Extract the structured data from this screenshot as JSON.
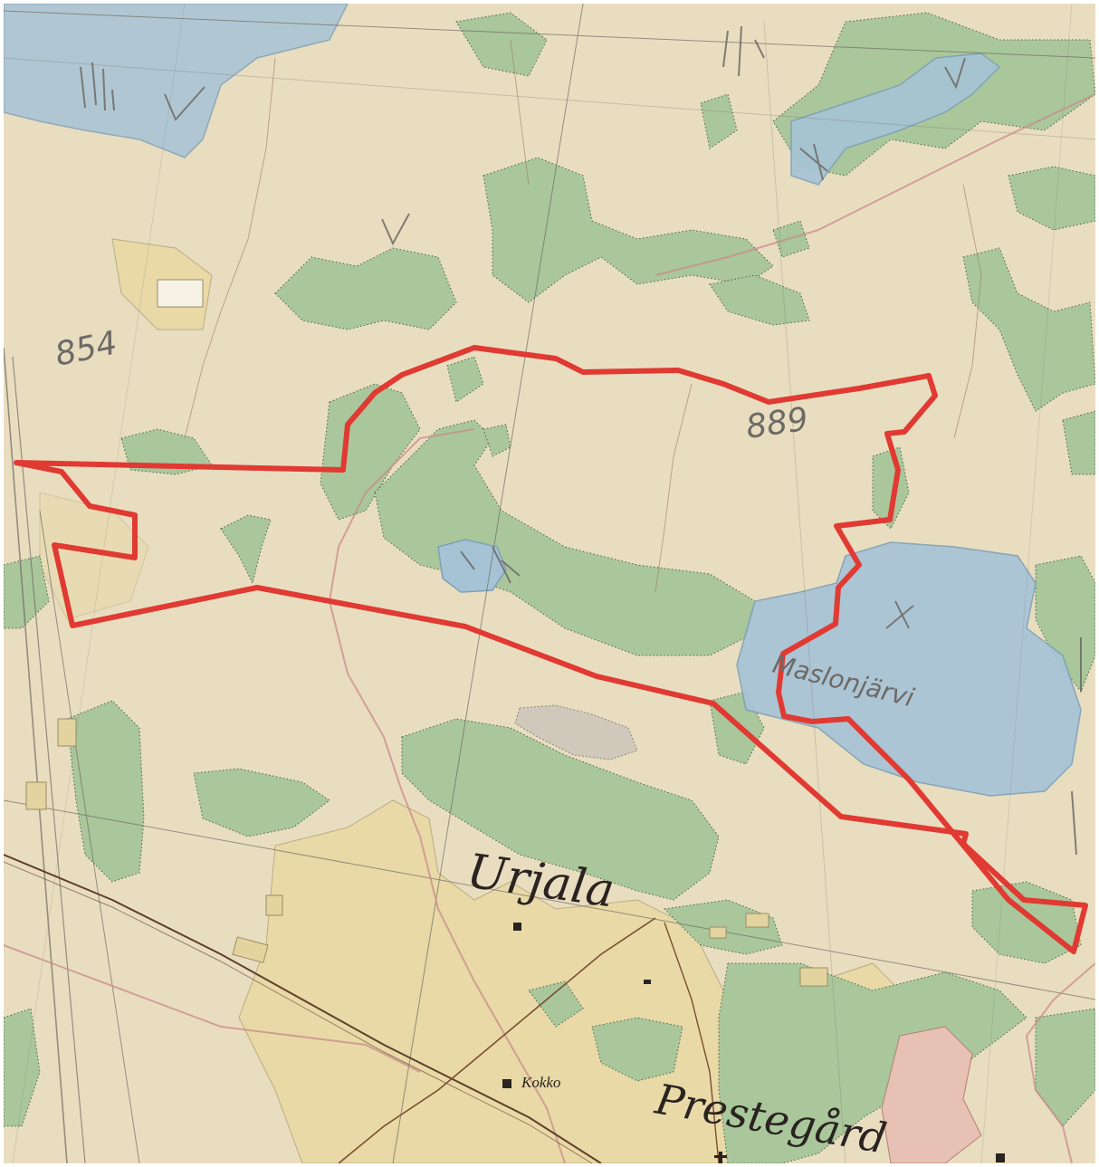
{
  "map": {
    "labels": {
      "parish": "Urjala",
      "farm": "Kokko",
      "estate": "Prestegård",
      "lake": "Maslonjärvi",
      "pencil_number_1": "854",
      "pencil_number_2": "889"
    },
    "colors": {
      "paper": "#ece1c5",
      "forest": "#a9c79b",
      "water": "#a6c3d6",
      "field": "#e8d9a6",
      "road": "#c9898a",
      "boundary": "#e03a33",
      "ink": "#2a2320"
    },
    "icons": {
      "building": "square-marker",
      "church": "cross-marker"
    }
  }
}
